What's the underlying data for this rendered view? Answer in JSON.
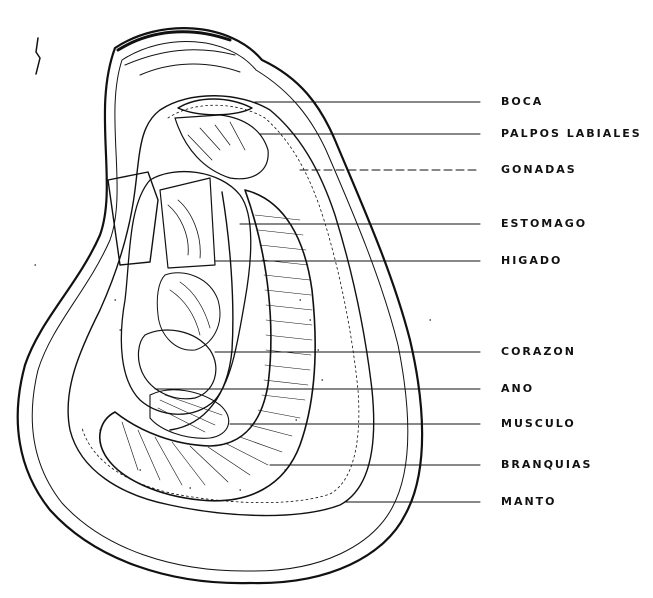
{
  "labels": {
    "boca": "BOCA",
    "palpos_labiales": "PALPOS  LABIALES",
    "gonadas": "GONADAS",
    "estomago": "ESTOMAGO",
    "higado": "HIGADO",
    "corazon": "CORAZON",
    "ano": "ANO",
    "musculo": "MUSCULO",
    "branquias": "BRANQUIAS",
    "manto": "MANTO"
  }
}
